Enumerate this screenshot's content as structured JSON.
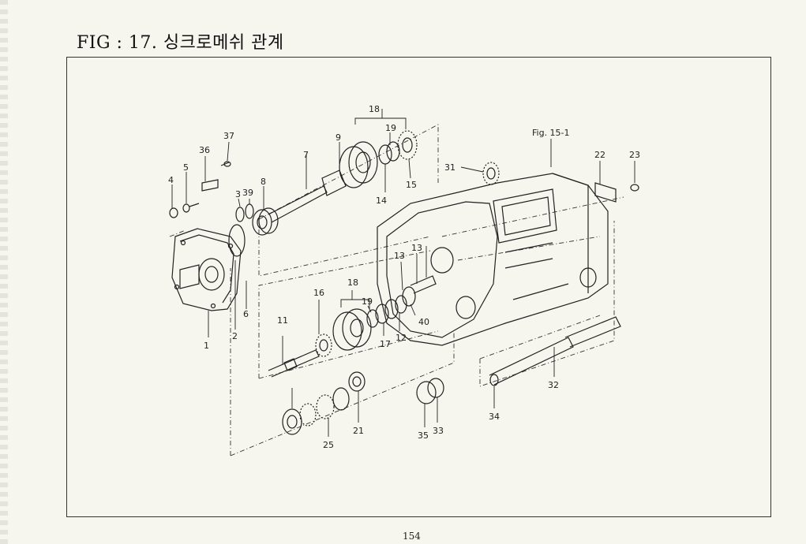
{
  "page": {
    "title": "FIG : 17. 싱크로메쉬 관계",
    "page_number": "154",
    "reference": "Fig. 15-1"
  },
  "callouts": [
    "1",
    "2",
    "3",
    "39",
    "4",
    "5",
    "6",
    "7",
    "8",
    "9",
    "11",
    "12",
    "13",
    "13",
    "14",
    "15",
    "16",
    "17",
    "18",
    "18",
    "19",
    "19",
    "21",
    "22",
    "23",
    "25",
    "31",
    "32",
    "33",
    "34",
    "35",
    "36",
    "37",
    "40"
  ]
}
